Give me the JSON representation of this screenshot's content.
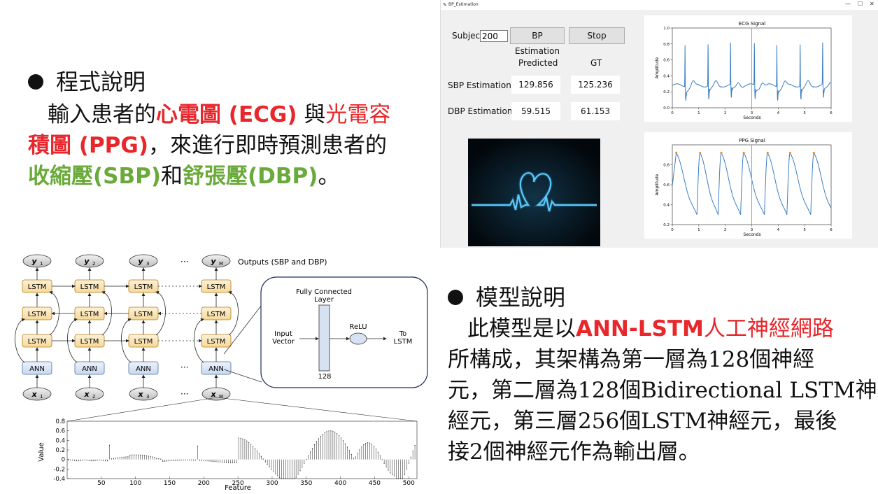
{
  "slide": {
    "program_title": "程式說明",
    "program_line1_a": "輸入患者的",
    "program_line1_b": "心電圖 (ECG)",
    "program_line1_c": " 與",
    "program_line1_d": "光電容",
    "program_line2_a": "積圖 (PPG)",
    "program_line2_b": "，來進行即時預測患者的",
    "program_line3_a": "收縮壓(SBP)",
    "program_line3_b": "和",
    "program_line3_c": "舒張壓(DBP)",
    "program_line3_d": "。",
    "model_title": "模型說明",
    "model_line1_a": "此模型是以",
    "model_line1_b": "ANN-LSTM",
    "model_line1_c": "人工神經網路",
    "model_line2": "所構成，其架構為第一層為128個神經",
    "model_line3": "元，第二層為128個Bidirectional LSTM神",
    "model_line4": "經元，第三層256個LSTM神經元，最後",
    "model_line5": "接2個神經元作為輸出層。"
  },
  "app": {
    "window_title": "BP_Estimation",
    "subject_label": "Subject:",
    "subject_value": "200",
    "estimate_button": "BP Estimation",
    "stop_button": "Stop",
    "col_predicted": "Predicted",
    "col_gt": "GT",
    "sbp_label": "SBP Estimation",
    "dbp_label": "DBP Estimation",
    "sbp_pred": "129.856",
    "sbp_gt": "125.236",
    "dbp_pred": "59.515",
    "dbp_gt": "61.153",
    "ecg_plot": {
      "title": "ECG Signal",
      "xlabel": "Seconds",
      "ylabel": "Amplitude"
    },
    "ppg_plot": {
      "title": "PPG Signal",
      "xlabel": "Seconds",
      "ylabel": "Amplitude"
    }
  },
  "diagram": {
    "outputs_label": "Outputs (SBP and DBP)",
    "fc_title_1": "Fully Connected",
    "fc_title_2": "Layer",
    "input_1": "Input",
    "input_2": "Vector",
    "relu": "ReLU",
    "to_1": "To",
    "to_2": "LSTM",
    "fc_units": "128",
    "lstm": "LSTM",
    "ann": "ANN",
    "y": [
      "y1",
      "y2",
      "y3",
      "yM"
    ],
    "x": [
      "x1",
      "x2",
      "x3",
      "xM"
    ],
    "ellipsis": "···",
    "feature_label": "Feature",
    "value_label": "Value"
  },
  "chart_data": [
    {
      "type": "line",
      "title": "ECG Signal",
      "xlabel": "Seconds",
      "ylabel": "Amplitude",
      "xlim": [
        0,
        6
      ],
      "ylim": [
        0,
        1.0
      ],
      "xticks": [
        0,
        1,
        2,
        3,
        4,
        5,
        6
      ],
      "yticks": [
        0.0,
        0.2,
        0.4,
        0.6,
        0.8,
        1.0
      ],
      "r_peaks_x": [
        0.48,
        1.35,
        2.2,
        3.1,
        3.95,
        4.83,
        5.68
      ],
      "peak_value": 0.81,
      "baseline": 0.28,
      "vertical_marker_x": 3.0
    },
    {
      "type": "line",
      "title": "PPG Signal",
      "xlabel": "Seconds",
      "ylabel": "Amplitude",
      "xlim": [
        0,
        6
      ],
      "ylim": [
        0.2,
        1.0
      ],
      "xticks": [
        0,
        1,
        2,
        3,
        4,
        5,
        6
      ],
      "yticks": [
        0.2,
        0.4,
        0.6,
        0.8
      ],
      "peaks_x": [
        0.15,
        1.05,
        1.85,
        2.7,
        3.6,
        4.45,
        5.35
      ],
      "peak_value": 0.92,
      "trough_value": 0.3,
      "vertical_marker_x": 3.0
    },
    {
      "type": "bar",
      "xlabel": "Feature",
      "ylabel": "Value",
      "xlim": [
        0,
        512
      ],
      "ylim": [
        -0.4,
        0.8
      ],
      "xticks": [
        50,
        100,
        150,
        200,
        250,
        300,
        350,
        400,
        450,
        500
      ],
      "yticks": [
        -0.4,
        -0.2,
        0,
        0.2,
        0.4,
        0.6,
        0.8
      ]
    }
  ]
}
